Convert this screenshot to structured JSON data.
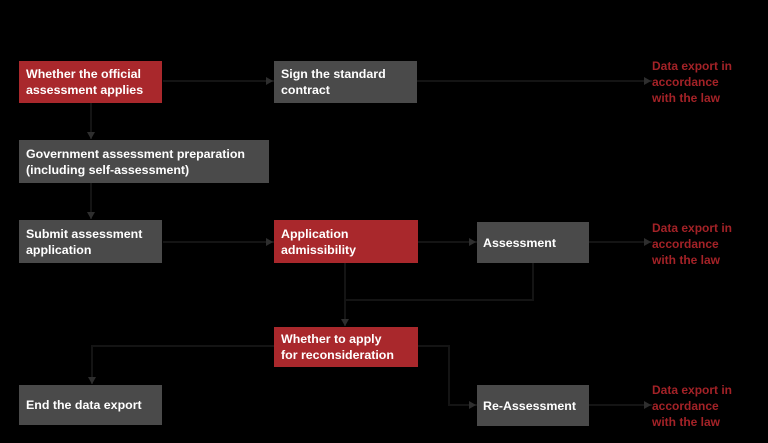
{
  "colors": {
    "background": "#000000",
    "red_box": "#A9282C",
    "gray_box": "#4A4A4A",
    "box_text": "#FFFFFF",
    "outcome_text": "#A32227"
  },
  "flowchart": {
    "nodes": [
      {
        "id": "official-assessment-applies",
        "variant": "red",
        "label": "Whether the official\nassessment applies"
      },
      {
        "id": "sign-standard-contract",
        "variant": "gray",
        "label": "Sign the standard\ncontract"
      },
      {
        "id": "assessment-preparation",
        "variant": "gray",
        "label": "Government assessment preparation\n(including self-assessment)"
      },
      {
        "id": "submit-application",
        "variant": "gray",
        "label": "Submit assessment\napplication"
      },
      {
        "id": "application-admissibility",
        "variant": "red",
        "label": "Application\nadmissibility"
      },
      {
        "id": "assessment",
        "variant": "gray",
        "label": "Assessment"
      },
      {
        "id": "apply-reconsideration",
        "variant": "red",
        "label": "Whether to apply\nfor reconsideration"
      },
      {
        "id": "end-data-export",
        "variant": "gray",
        "label": "End the data export"
      },
      {
        "id": "re-assessment",
        "variant": "gray",
        "label": "Re-Assessment"
      }
    ],
    "outcomes": [
      {
        "id": "outcome-top",
        "label": "Data export in\naccordance\nwith the law"
      },
      {
        "id": "outcome-middle",
        "label": "Data export in\naccordance\nwith the law"
      },
      {
        "id": "outcome-bottom",
        "label": "Data export in\naccordance\nwith the law"
      }
    ]
  }
}
